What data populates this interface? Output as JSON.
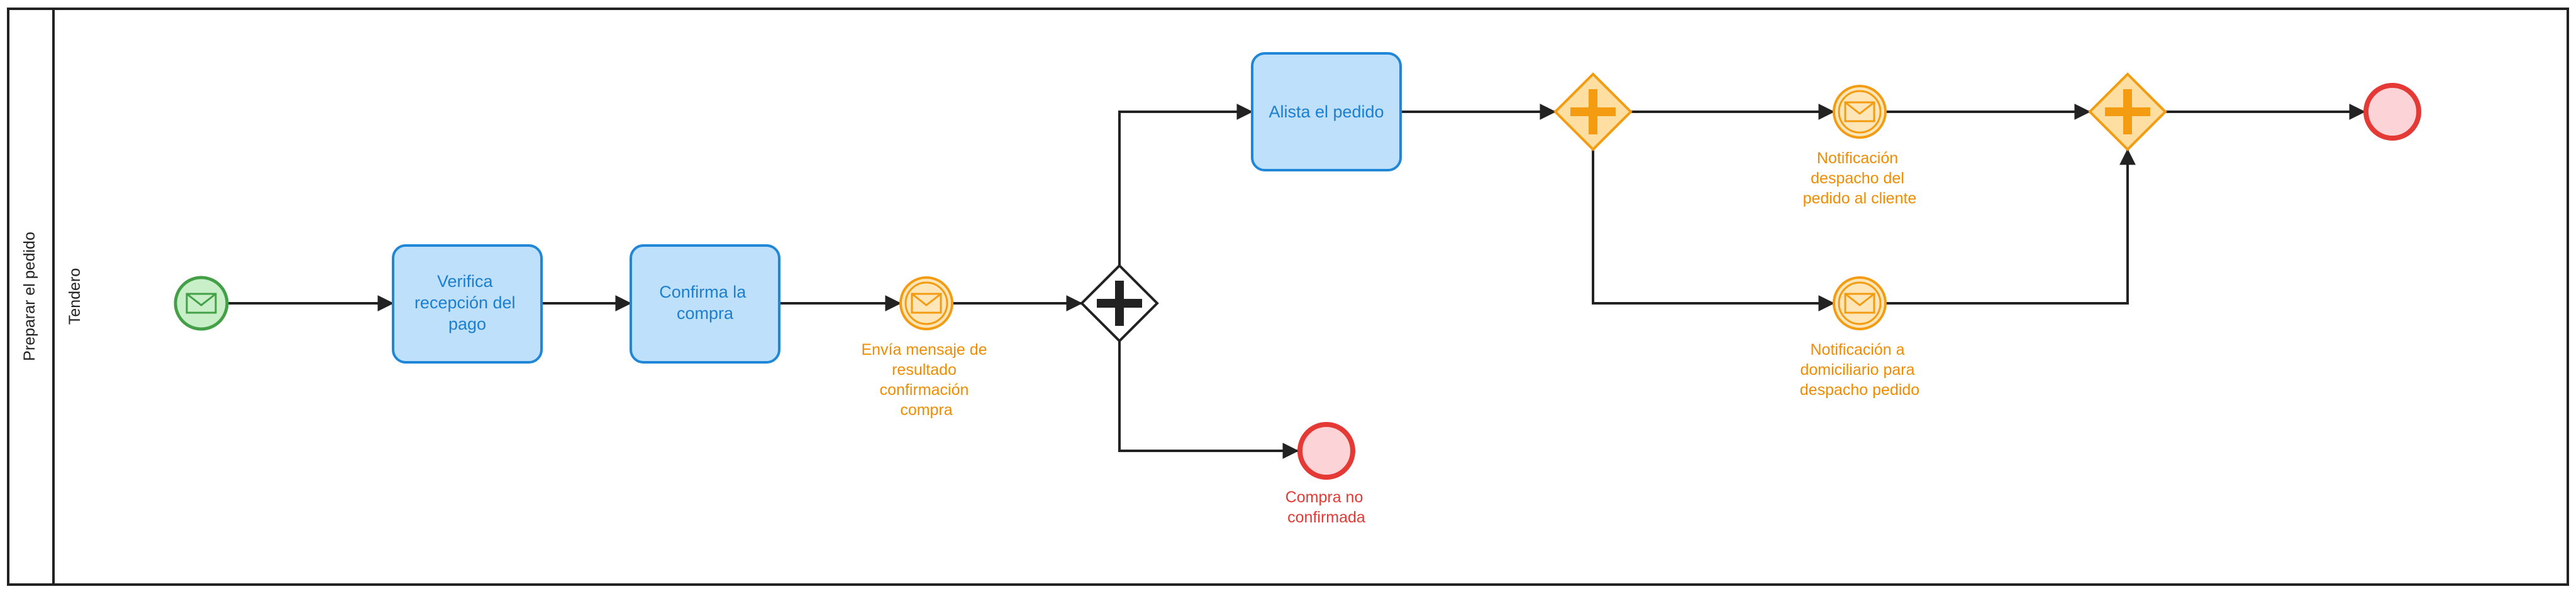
{
  "pool": {
    "label": "Preparar el pedido"
  },
  "lane": {
    "label": "Tendero"
  },
  "tasks": {
    "verifica": {
      "lines": [
        "Verifica",
        "recepción del",
        "pago"
      ]
    },
    "confirma": {
      "lines": [
        "Confirma la",
        "compra"
      ]
    },
    "alista": {
      "lines": [
        "Alista el pedido"
      ]
    }
  },
  "events": {
    "mensaje_confirmacion": {
      "lines": [
        "Envía mensaje de",
        "resultado",
        "confirmación",
        "compra"
      ]
    },
    "notif_cliente": {
      "lines": [
        "Notificación",
        "despacho del",
        "pedido al cliente"
      ]
    },
    "notif_domiciliario": {
      "lines": [
        "Notificación a",
        "domiciliario para",
        "despacho pedido"
      ]
    },
    "compra_no_confirmada": {
      "lines": [
        "Compra no",
        "confirmada"
      ]
    }
  },
  "colors": {
    "task_fill": "#bfe0fa",
    "task_stroke": "#1f86d8",
    "task_text": "#1a7fd0",
    "intermediate_fill": "#ffe6b8",
    "intermediate_stroke": "#f39c12",
    "intermediate_text": "#f08c00",
    "start_fill": "#c8efc8",
    "start_stroke": "#43a047",
    "end_fill": "#fcd3d7",
    "end_stroke": "#e53935",
    "end_text": "#e53935",
    "gateway_fill": "#ffdea2",
    "gateway_stroke": "#f39c12",
    "line": "#222222"
  }
}
